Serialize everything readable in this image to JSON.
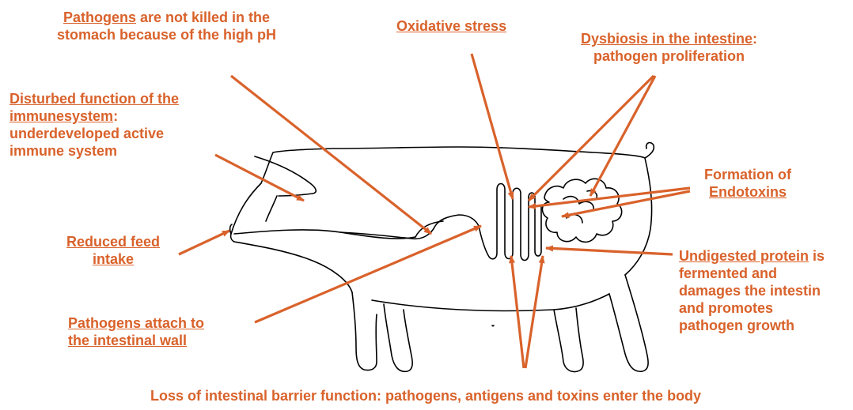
{
  "accent_color": "#d9622b",
  "labels": {
    "stomach": {
      "keyword": "Pathogens",
      "rest_line1": " are not killed in the",
      "line2": "stomach because of the high pH"
    },
    "oxidative": {
      "text": "Oxidative stress"
    },
    "dysbiosis": {
      "keyword": "Dysbiosis in the intestine",
      "colon": ":",
      "line2": "pathogen proliferation"
    },
    "immune": {
      "line1": "Disturbed function of the",
      "line2_keyword": "immunesystem",
      "line2_colon": ":",
      "line3": "underdeveloped active",
      "line4": "immune system"
    },
    "endotoxins": {
      "line1": "Formation of",
      "line2": "Endotoxins"
    },
    "feed": {
      "line1": "Reduced feed",
      "line2": "intake"
    },
    "protein": {
      "keyword": "Undigested protein",
      "rest_line1": " is",
      "line2": "fermented and",
      "line3": "damages the intestin",
      "line4": "and promotes",
      "line5": "pathogen growth"
    },
    "attach": {
      "line1": "Pathogens attach to",
      "line2": "the intestinal wall"
    },
    "barrier": {
      "text": "Loss of intestinal barrier function: pathogens, antigens and toxins enter the body"
    }
  }
}
